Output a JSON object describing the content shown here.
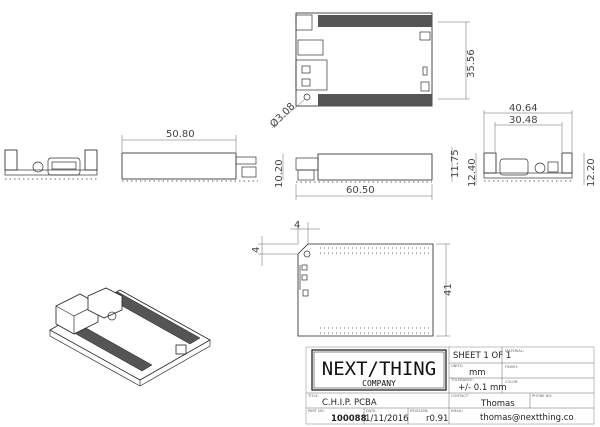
{
  "dimensions": {
    "hole_diameter": "Ø3.08",
    "top_height": "35.56",
    "side_width": "50.80",
    "front_height": "10.20",
    "front_total_height": "11.75",
    "front_length": "60.50",
    "end_width_outer": "40.64",
    "end_width_inner": "30.48",
    "end_height_left": "12.40",
    "end_height_right": "12.20",
    "corner_x": "4",
    "corner_y": "4",
    "bottom_height": "41"
  },
  "title_block": {
    "logo_main": "NEXT/THING",
    "logo_sub": "COMPANY",
    "sheet": "SHEET 1 OF 1",
    "material_label": "MATERIAL:",
    "units_label": "UNITS:",
    "units": "mm",
    "finish_label": "FINISH:",
    "tolerance_label": "TOLERANCE:",
    "tolerance": "+/- 0.1 mm",
    "color_label": "COLOR:",
    "title_label": "TITLE:",
    "title": "C.H.I.P. PCBA",
    "contact_label": "CONTACT:",
    "contact": "Thomas",
    "phone_label": "PHONE NO:",
    "partno_label": "PART NO:",
    "partno": "100088",
    "date_label": "DATE:",
    "date": "1/11/2016",
    "revision_label": "REVISION:",
    "revision": "r0.91",
    "email_label": "EMAIL:",
    "email": "thomas@nextthing.co"
  }
}
